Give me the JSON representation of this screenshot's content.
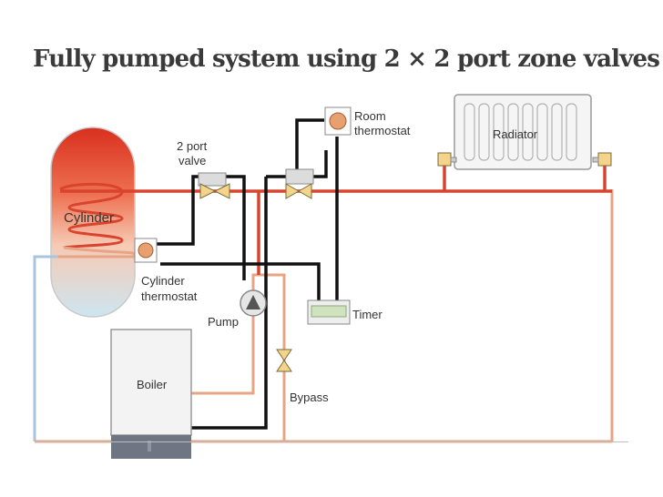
{
  "title": "Fully pumped system using 2 × 2 port zone valves",
  "labels": {
    "cylinder": "Cylinder",
    "two_port_line1": "2 port",
    "two_port_line2": "valve",
    "room_line1": "Room",
    "room_line2": "thermostat",
    "radiator": "Radiator",
    "cyl_thermo_line1": "Cylinder",
    "cyl_thermo_line2": "thermostat",
    "pump": "Pump",
    "timer": "Timer",
    "boiler": "Boiler",
    "bypass": "Bypass"
  },
  "colors": {
    "flow": "#d9442e",
    "return": "#e7a585",
    "wiring": "#111111",
    "cold_feed": "#a8c4de",
    "cylinder_top": "#d8301f",
    "cylinder_bottom": "#cde6f1",
    "valve_body": "#f4d48a",
    "actuator": "#dcdcdc",
    "boiler_body": "#f3f3f3",
    "boiler_base": "#6e7684"
  }
}
